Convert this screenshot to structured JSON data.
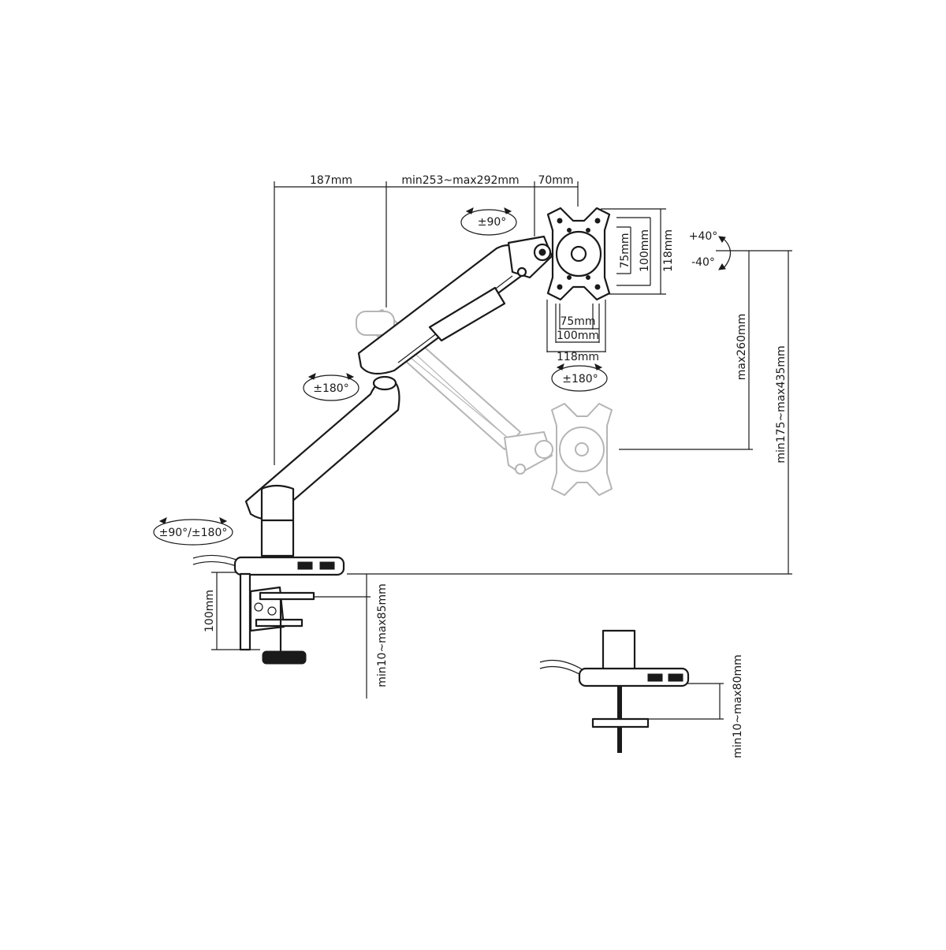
{
  "dimensions": {
    "base_offset": "187mm",
    "arm_reach": "min253~max292mm",
    "head_offset": "70mm",
    "vesa_v_75": "75mm",
    "vesa_v_100": "100mm",
    "vesa_v_118": "118mm",
    "vesa_h_75": "75mm",
    "vesa_h_100": "100mm",
    "vesa_h_118": "118mm",
    "height_travel": "max260mm",
    "total_height": "min175~max435mm",
    "clamp_height": "100mm",
    "clamp_desk_thickness": "min10~max85mm",
    "grommet_desk_thickness": "min10~max80mm"
  },
  "rotations": {
    "head_rotate": "±90°",
    "tilt_up": "+40°",
    "tilt_down": "-40°",
    "head_swivel": "±180°",
    "arm_swivel": "±180°",
    "base_swivel": "±90°/±180°"
  }
}
